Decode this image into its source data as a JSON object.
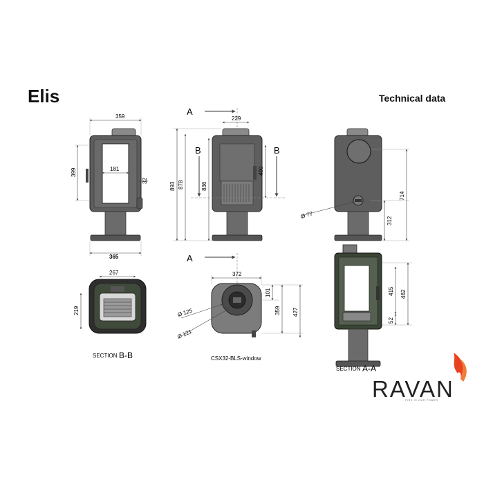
{
  "header": {
    "title": "Elis",
    "subtitle": "Technical data"
  },
  "front_view": {
    "width_top": "359",
    "width_bottom": "365",
    "window_height": "399",
    "window_width": "181",
    "side_offset": "32"
  },
  "side_view": {
    "section_a_label": "A",
    "section_b_label": "B",
    "flue_width": "229",
    "total_height": "893",
    "height_878": "878",
    "height_836": "836",
    "height_400": "400"
  },
  "rear_view": {
    "height_714": "714",
    "height_312": "312",
    "air_inlet_diameter": "Ø 77"
  },
  "section_bb": {
    "width": "267",
    "depth": "219",
    "caption_prefix": "SECTION",
    "caption_label": "B-B"
  },
  "top_view": {
    "section_a_label": "A",
    "width": "372",
    "flue_diameter": "Ø 125",
    "inner_diameter": "Ø 121",
    "offset_101": "101",
    "depth_359": "359",
    "depth_427": "427",
    "caption": "CSX32-BLS-window"
  },
  "section_aa": {
    "height_462": "462",
    "height_415": "415",
    "height_52": "52",
    "caption_prefix": "SECTION",
    "caption_label": "A-A"
  },
  "logo": {
    "brand": "RAVAN",
    "tagline": "FIRE IS OUR POWER",
    "flame_color": "#e8431f"
  }
}
